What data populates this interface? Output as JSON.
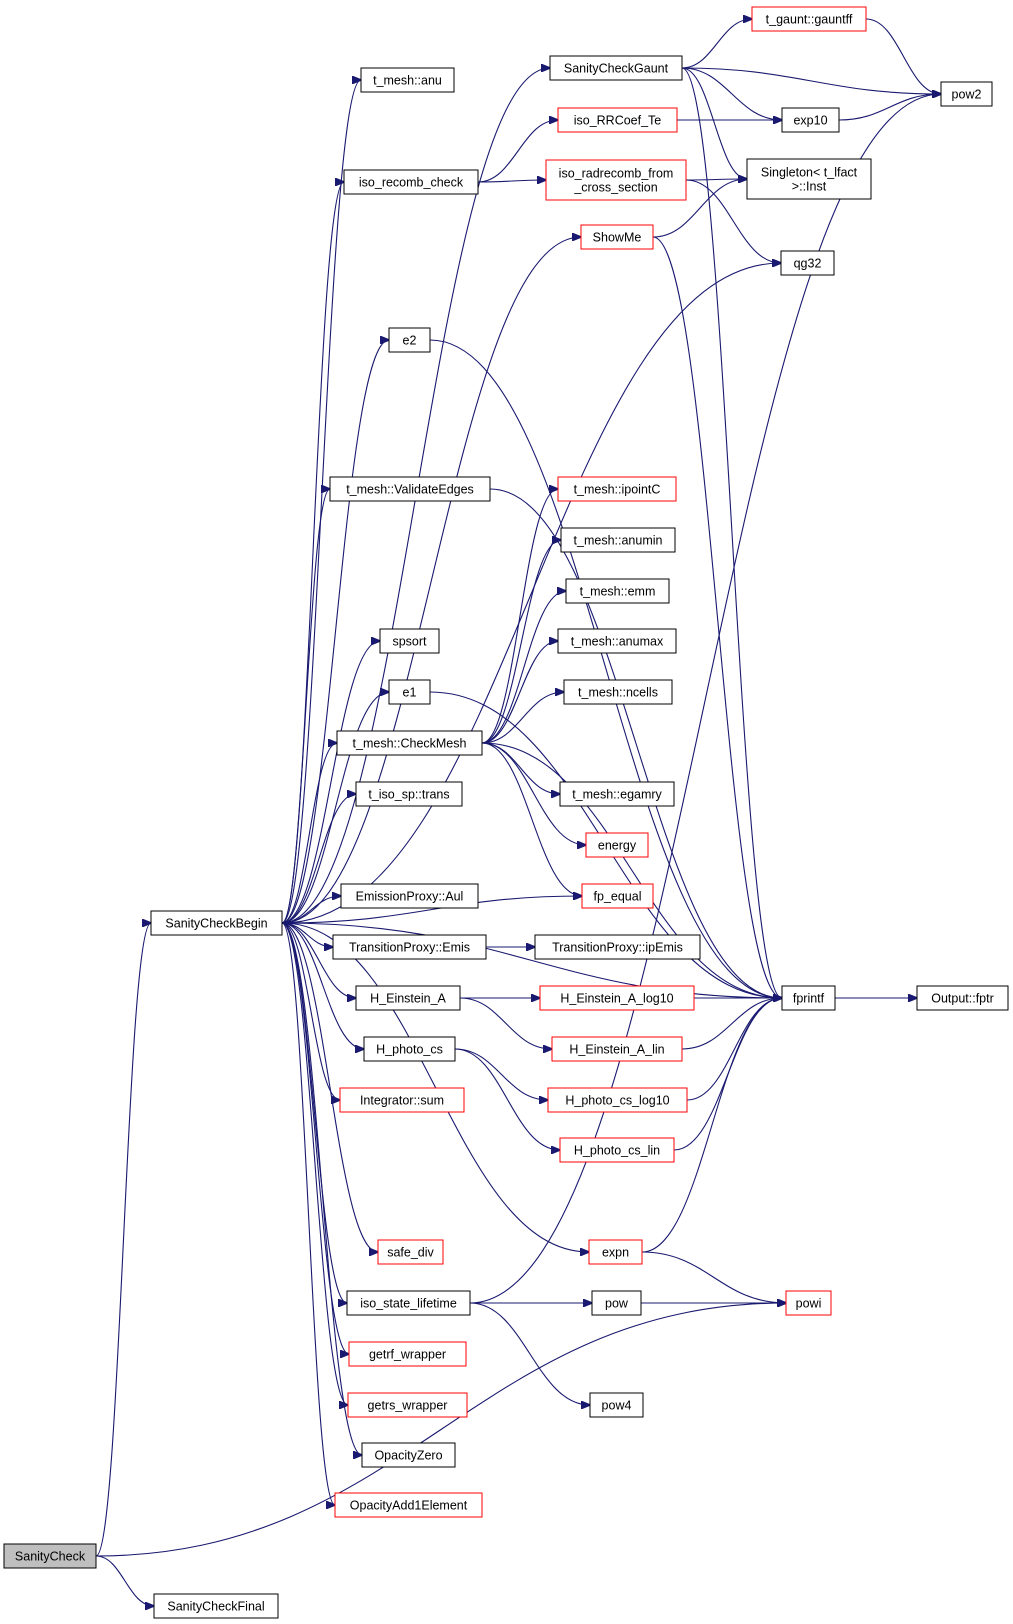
{
  "colors": {
    "edge": "#191970",
    "node_border": "#000000",
    "node_border_truncated": "#ff0000",
    "node_fill": "#ffffff",
    "root_fill": "#bfbfbf"
  },
  "nodes": [
    {
      "id": "SanityCheck",
      "label": "SanityCheck",
      "style": "root"
    },
    {
      "id": "SanityCheckFinal",
      "label": "SanityCheckFinal",
      "style": "normal"
    },
    {
      "id": "SanityCheckBegin",
      "label": "SanityCheckBegin",
      "style": "normal"
    },
    {
      "id": "anu",
      "label": "t_mesh::anu",
      "style": "normal"
    },
    {
      "id": "SanityCheckGaunt",
      "label": "SanityCheckGaunt",
      "style": "normal"
    },
    {
      "id": "gauntff",
      "label": "t_gaunt::gauntff",
      "style": "truncated"
    },
    {
      "id": "pow2",
      "label": "pow2",
      "style": "normal"
    },
    {
      "id": "exp10",
      "label": "exp10",
      "style": "normal"
    },
    {
      "id": "iso_RRCoef_Te",
      "label": "iso_RRCoef_Te",
      "style": "truncated"
    },
    {
      "id": "iso_recomb_check",
      "label": "iso_recomb_check",
      "style": "normal"
    },
    {
      "id": "iso_radrecomb",
      "label": "iso_radrecomb_from\n_cross_section",
      "style": "truncated"
    },
    {
      "id": "Singleton",
      "label": "Singleton< t_lfact\n>::Inst",
      "style": "normal"
    },
    {
      "id": "ShowMe",
      "label": "ShowMe",
      "style": "truncated"
    },
    {
      "id": "qg32",
      "label": "qg32",
      "style": "normal"
    },
    {
      "id": "e2",
      "label": "e2",
      "style": "normal"
    },
    {
      "id": "ValidateEdges",
      "label": "t_mesh::ValidateEdges",
      "style": "normal"
    },
    {
      "id": "ipointC",
      "label": "t_mesh::ipointC",
      "style": "truncated"
    },
    {
      "id": "anumin",
      "label": "t_mesh::anumin",
      "style": "normal"
    },
    {
      "id": "emm",
      "label": "t_mesh::emm",
      "style": "normal"
    },
    {
      "id": "anumax",
      "label": "t_mesh::anumax",
      "style": "normal"
    },
    {
      "id": "spsort",
      "label": "spsort",
      "style": "normal"
    },
    {
      "id": "e1",
      "label": "e1",
      "style": "normal"
    },
    {
      "id": "ncells",
      "label": "t_mesh::ncells",
      "style": "normal"
    },
    {
      "id": "CheckMesh",
      "label": "t_mesh::CheckMesh",
      "style": "normal"
    },
    {
      "id": "trans",
      "label": "t_iso_sp::trans",
      "style": "normal"
    },
    {
      "id": "egamry",
      "label": "t_mesh::egamry",
      "style": "normal"
    },
    {
      "id": "energy",
      "label": "energy",
      "style": "truncated"
    },
    {
      "id": "fp_equal",
      "label": "fp_equal",
      "style": "truncated"
    },
    {
      "id": "Aul",
      "label": "EmissionProxy::Aul",
      "style": "normal"
    },
    {
      "id": "Emis",
      "label": "TransitionProxy::Emis",
      "style": "normal"
    },
    {
      "id": "ipEmis",
      "label": "TransitionProxy::ipEmis",
      "style": "normal"
    },
    {
      "id": "H_Einstein_A",
      "label": "H_Einstein_A",
      "style": "normal"
    },
    {
      "id": "H_Einstein_A_log10",
      "label": "H_Einstein_A_log10",
      "style": "truncated"
    },
    {
      "id": "fprintf",
      "label": "fprintf",
      "style": "normal"
    },
    {
      "id": "fptr",
      "label": "Output::fptr",
      "style": "normal"
    },
    {
      "id": "H_Einstein_A_lin",
      "label": "H_Einstein_A_lin",
      "style": "truncated"
    },
    {
      "id": "H_photo_cs",
      "label": "H_photo_cs",
      "style": "normal"
    },
    {
      "id": "H_photo_cs_log10",
      "label": "H_photo_cs_log10",
      "style": "truncated"
    },
    {
      "id": "sum",
      "label": "Integrator::sum",
      "style": "truncated"
    },
    {
      "id": "H_photo_cs_lin",
      "label": "H_photo_cs_lin",
      "style": "truncated"
    },
    {
      "id": "safe_div",
      "label": "safe_div",
      "style": "truncated"
    },
    {
      "id": "expn",
      "label": "expn",
      "style": "truncated"
    },
    {
      "id": "iso_state_lifetime",
      "label": "iso_state_lifetime",
      "style": "normal"
    },
    {
      "id": "pow",
      "label": "pow",
      "style": "normal"
    },
    {
      "id": "powi",
      "label": "powi",
      "style": "truncated"
    },
    {
      "id": "getrf",
      "label": "getrf_wrapper",
      "style": "truncated"
    },
    {
      "id": "getrs",
      "label": "getrs_wrapper",
      "style": "truncated"
    },
    {
      "id": "pow4",
      "label": "pow4",
      "style": "normal"
    },
    {
      "id": "OpacityZero",
      "label": "OpacityZero",
      "style": "normal"
    },
    {
      "id": "OpacityAdd1Element",
      "label": "OpacityAdd1Element",
      "style": "truncated"
    }
  ],
  "edges": [
    [
      "SanityCheck",
      "SanityCheckBegin"
    ],
    [
      "SanityCheck",
      "SanityCheckFinal"
    ],
    [
      "SanityCheck",
      "powi"
    ],
    [
      "SanityCheckBegin",
      "anu"
    ],
    [
      "SanityCheckBegin",
      "SanityCheckGaunt"
    ],
    [
      "SanityCheckBegin",
      "iso_recomb_check"
    ],
    [
      "SanityCheckBegin",
      "ShowMe"
    ],
    [
      "SanityCheckBegin",
      "qg32"
    ],
    [
      "SanityCheckBegin",
      "e2"
    ],
    [
      "SanityCheckBegin",
      "ValidateEdges"
    ],
    [
      "SanityCheckBegin",
      "spsort"
    ],
    [
      "SanityCheckBegin",
      "e1"
    ],
    [
      "SanityCheckBegin",
      "CheckMesh"
    ],
    [
      "SanityCheckBegin",
      "trans"
    ],
    [
      "SanityCheckBegin",
      "fp_equal"
    ],
    [
      "SanityCheckBegin",
      "Aul"
    ],
    [
      "SanityCheckBegin",
      "Emis"
    ],
    [
      "SanityCheckBegin",
      "H_Einstein_A"
    ],
    [
      "SanityCheckBegin",
      "H_photo_cs"
    ],
    [
      "SanityCheckBegin",
      "sum"
    ],
    [
      "SanityCheckBegin",
      "fprintf"
    ],
    [
      "SanityCheckBegin",
      "safe_div"
    ],
    [
      "SanityCheckBegin",
      "expn"
    ],
    [
      "SanityCheckBegin",
      "iso_state_lifetime"
    ],
    [
      "SanityCheckBegin",
      "getrf"
    ],
    [
      "SanityCheckBegin",
      "getrs"
    ],
    [
      "SanityCheckBegin",
      "OpacityZero"
    ],
    [
      "SanityCheckBegin",
      "OpacityAdd1Element"
    ],
    [
      "SanityCheckGaunt",
      "gauntff"
    ],
    [
      "SanityCheckGaunt",
      "pow2"
    ],
    [
      "SanityCheckGaunt",
      "exp10"
    ],
    [
      "SanityCheckGaunt",
      "Singleton"
    ],
    [
      "SanityCheckGaunt",
      "fprintf"
    ],
    [
      "gauntff",
      "pow2"
    ],
    [
      "exp10",
      "pow2"
    ],
    [
      "iso_recomb_check",
      "iso_RRCoef_Te"
    ],
    [
      "iso_recomb_check",
      "iso_radrecomb"
    ],
    [
      "iso_RRCoef_Te",
      "exp10"
    ],
    [
      "iso_radrecomb",
      "Singleton"
    ],
    [
      "iso_radrecomb",
      "qg32"
    ],
    [
      "ShowMe",
      "Singleton"
    ],
    [
      "ShowMe",
      "fprintf"
    ],
    [
      "e2",
      "fprintf"
    ],
    [
      "ValidateEdges",
      "fprintf"
    ],
    [
      "e1",
      "fprintf"
    ],
    [
      "CheckMesh",
      "ipointC"
    ],
    [
      "CheckMesh",
      "anumin"
    ],
    [
      "CheckMesh",
      "emm"
    ],
    [
      "CheckMesh",
      "anumax"
    ],
    [
      "CheckMesh",
      "ncells"
    ],
    [
      "CheckMesh",
      "egamry"
    ],
    [
      "CheckMesh",
      "energy"
    ],
    [
      "CheckMesh",
      "fp_equal"
    ],
    [
      "CheckMesh",
      "fprintf"
    ],
    [
      "Emis",
      "ipEmis"
    ],
    [
      "H_Einstein_A",
      "H_Einstein_A_log10"
    ],
    [
      "H_Einstein_A",
      "H_Einstein_A_lin"
    ],
    [
      "H_Einstein_A_log10",
      "fprintf"
    ],
    [
      "H_Einstein_A_lin",
      "fprintf"
    ],
    [
      "H_photo_cs",
      "H_photo_cs_log10"
    ],
    [
      "H_photo_cs",
      "H_photo_cs_lin"
    ],
    [
      "H_photo_cs_log10",
      "fprintf"
    ],
    [
      "H_photo_cs_lin",
      "fprintf"
    ],
    [
      "fprintf",
      "fptr"
    ],
    [
      "expn",
      "fprintf"
    ],
    [
      "expn",
      "powi"
    ],
    [
      "iso_state_lifetime",
      "pow"
    ],
    [
      "iso_state_lifetime",
      "pow2"
    ],
    [
      "iso_state_lifetime",
      "pow4"
    ],
    [
      "iso_state_lifetime",
      "powi"
    ],
    [
      "pow",
      "powi"
    ]
  ]
}
